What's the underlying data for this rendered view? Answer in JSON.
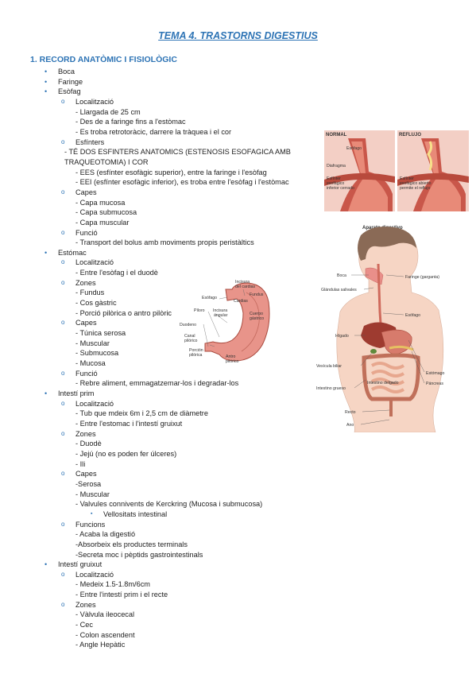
{
  "title": "TEMA 4. TRASTORNS DIGESTIUS",
  "section": "1. RECORD ANATÒMIC I FISIOLÒGIC",
  "boca": "Boca",
  "faringe": "Faringe",
  "esofag": {
    "label": "Esòfag",
    "loc": {
      "label": "Localització",
      "items": [
        "- Llargada de 25 cm",
        "- Des de a faringe fins a l'estòmac",
        "- Es troba retrotoràcic, darrere la tràquea i el cor"
      ]
    },
    "esf": {
      "label": "Esfínters",
      "items": [
        "- TÉ DOS ESFINTERS ANATOMICS (ESTENOSIS ESOFAGICA AMB TRAQUEOTOMIA) I COR",
        "- EES (esfínter esofàgic superior), entre la faringe i l'esòfag",
        "- EEI (esfínter esofàgic inferior), es troba entre l'esòfag i l'estòmac"
      ]
    },
    "capes": {
      "label": "Capes",
      "items": [
        "- Capa mucosa",
        "- Capa submucosa",
        "- Capa muscular"
      ]
    },
    "func": {
      "label": "Funció",
      "items": [
        "- Transport del bolus amb moviments propis peristàltics"
      ]
    }
  },
  "estomac": {
    "label": "Estómac",
    "loc": {
      "label": "Localització",
      "items": [
        "- Entre l'esòfag i el duodè"
      ]
    },
    "zones": {
      "label": "Zones",
      "items": [
        "- Fundus",
        "- Cos gàstric",
        "- Porció pilòrica o antro pilòric"
      ]
    },
    "capes": {
      "label": "Capes",
      "items": [
        "- Túnica serosa",
        "- Muscular",
        "- Submucosa",
        "- Mucosa"
      ]
    },
    "func": {
      "label": "Funció",
      "items": [
        "- Rebre aliment, emmagatzemar-los i degradar-los"
      ]
    }
  },
  "prim": {
    "label": "Intestí prim",
    "loc": {
      "label": "Localització",
      "items": [
        "- Tub que mdeix 6m i 2,5 cm de diàmetre",
        "- Entre l'estomac i l'intestí gruixut"
      ]
    },
    "zones": {
      "label": "Zones",
      "items": [
        "- Duodè",
        "- Jejú (no es poden fer úlceres)",
        "- Ili"
      ]
    },
    "capes": {
      "label": "Capes",
      "items": [
        "-Serosa",
        "- Muscular",
        "- Valvules connivents de Kerckring (Mucosa i submucosa)"
      ],
      "sub": "Vellositats intestinal"
    },
    "func": {
      "label": "Funcions",
      "items": [
        "- Acaba la digestió",
        "-Absorbeix els productes terminals",
        "-Secreta moc i pèptids gastrointestinals"
      ]
    }
  },
  "gruixut": {
    "label": "Intestí gruixut",
    "loc": {
      "label": "Localització",
      "items": [
        "- Medeix 1.5-1.8m/6cm",
        "- Entre l'intestí prim i el recte"
      ]
    },
    "zones": {
      "label": "Zones",
      "items": [
        "- Vàlvula ileocecal",
        "- Cec",
        "- Colon ascendent",
        "- Angle Hepàtic"
      ]
    }
  },
  "fig_reflux": {
    "normal": "NORMAL",
    "reflujo": "REFLUJO",
    "esofago": "Esófago",
    "diafragma": "Diafragma",
    "esf_cerrado_1": "Esfínter",
    "esf_cerrado_2": "esofágico",
    "esf_cerrado_3": "inferior cerrado",
    "esf_abierto_1": "Esfínter",
    "esf_abierto_2": "esofágico abierto",
    "esf_abierto_3": "permite el reflujo"
  },
  "fig_stomach": {
    "incisura_1": "Incisura",
    "incisura_2": "del cardias",
    "fundus": "Fundus",
    "esofago": "Esófago",
    "cardias": "Cardias",
    "piloro": "Píloro",
    "inc_ang_1": "Incisura",
    "inc_ang_2": "angular",
    "cuerpo_1": "Cuerpo",
    "cuerpo_2": "gástrico",
    "duodeno": "Duodeno",
    "canal_1": "Canal",
    "canal_2": "pilórico",
    "porcion_1": "Porción",
    "porcion_2": "pilórica",
    "antro_1": "Antro",
    "antro_2": "pilórico"
  },
  "fig_body": {
    "title": "Aparato digestivo",
    "boca": "Boca",
    "faringe": "Faringe (garganta)",
    "glandulas": "Glándulas salivales",
    "esofago": "Esófago",
    "higado": "Hígado",
    "estomago": "Estómago",
    "vesicula": "Vesícula biliar",
    "pancreas": "Páncreas",
    "intestino_grueso": "Intestino grueso",
    "intestino_delgado": "Intestino delgado",
    "recto": "Recto",
    "ano": "Ano"
  }
}
